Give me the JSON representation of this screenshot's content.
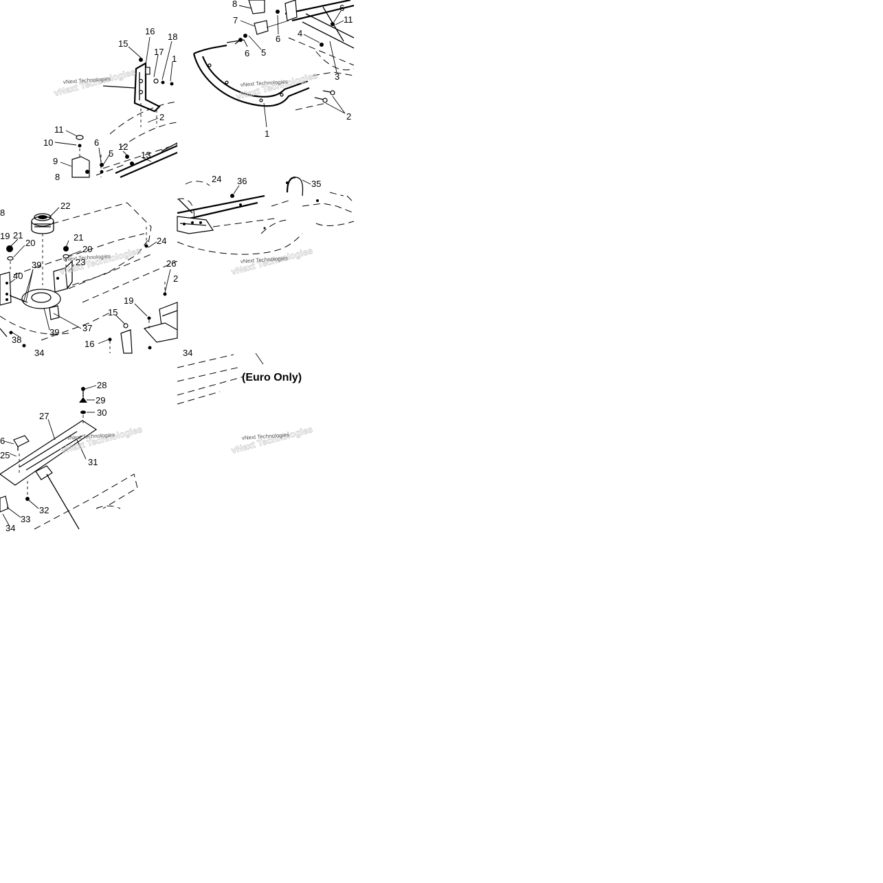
{
  "diagram": {
    "watermark": "vNext Technologies",
    "note_euro": "(Euro Only)",
    "tile_top_left": {
      "callouts": [
        "15",
        "16",
        "17",
        "18",
        "1",
        "11",
        "10",
        "9",
        "6",
        "5",
        "12",
        "13",
        "2",
        "8"
      ]
    },
    "tile_top_right": {
      "callouts": [
        "8",
        "7",
        "6",
        "5",
        "6",
        "4",
        "6",
        "11",
        "3",
        "2",
        "1"
      ]
    },
    "tile_middle_left": {
      "callouts": [
        "8",
        "22",
        "19",
        "21",
        "20",
        "21",
        "20",
        "39",
        "23",
        "40",
        "24",
        "26",
        "2",
        "19",
        "15",
        "37",
        "39",
        "38",
        "16",
        "34"
      ]
    },
    "tile_middle_right": {
      "callouts": [
        "24",
        "36",
        "35"
      ]
    },
    "tile_bottom_left": {
      "callouts": [
        "28",
        "29",
        "30",
        "27",
        "6",
        "25",
        "31",
        "32",
        "33",
        "34"
      ]
    },
    "tile_bottom_right": {
      "callouts": [
        "34"
      ]
    }
  }
}
